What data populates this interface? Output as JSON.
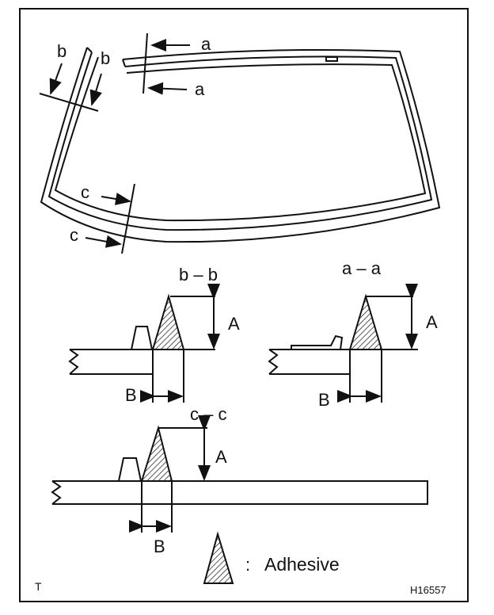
{
  "sections": {
    "windshield": {
      "arrow_a": "a",
      "arrow_b": "b",
      "arrow_c": "c"
    },
    "section_bb": {
      "title": "b – b",
      "height": "A",
      "width": "B"
    },
    "section_aa": {
      "title": "a – a",
      "height": "A",
      "width": "B"
    },
    "section_cc": {
      "title": "c – c",
      "height": "A",
      "width": "B"
    }
  },
  "legend": {
    "colon": ":",
    "label": "Adhesive"
  },
  "footer": {
    "corner_mark": "T",
    "code": "H16557"
  }
}
